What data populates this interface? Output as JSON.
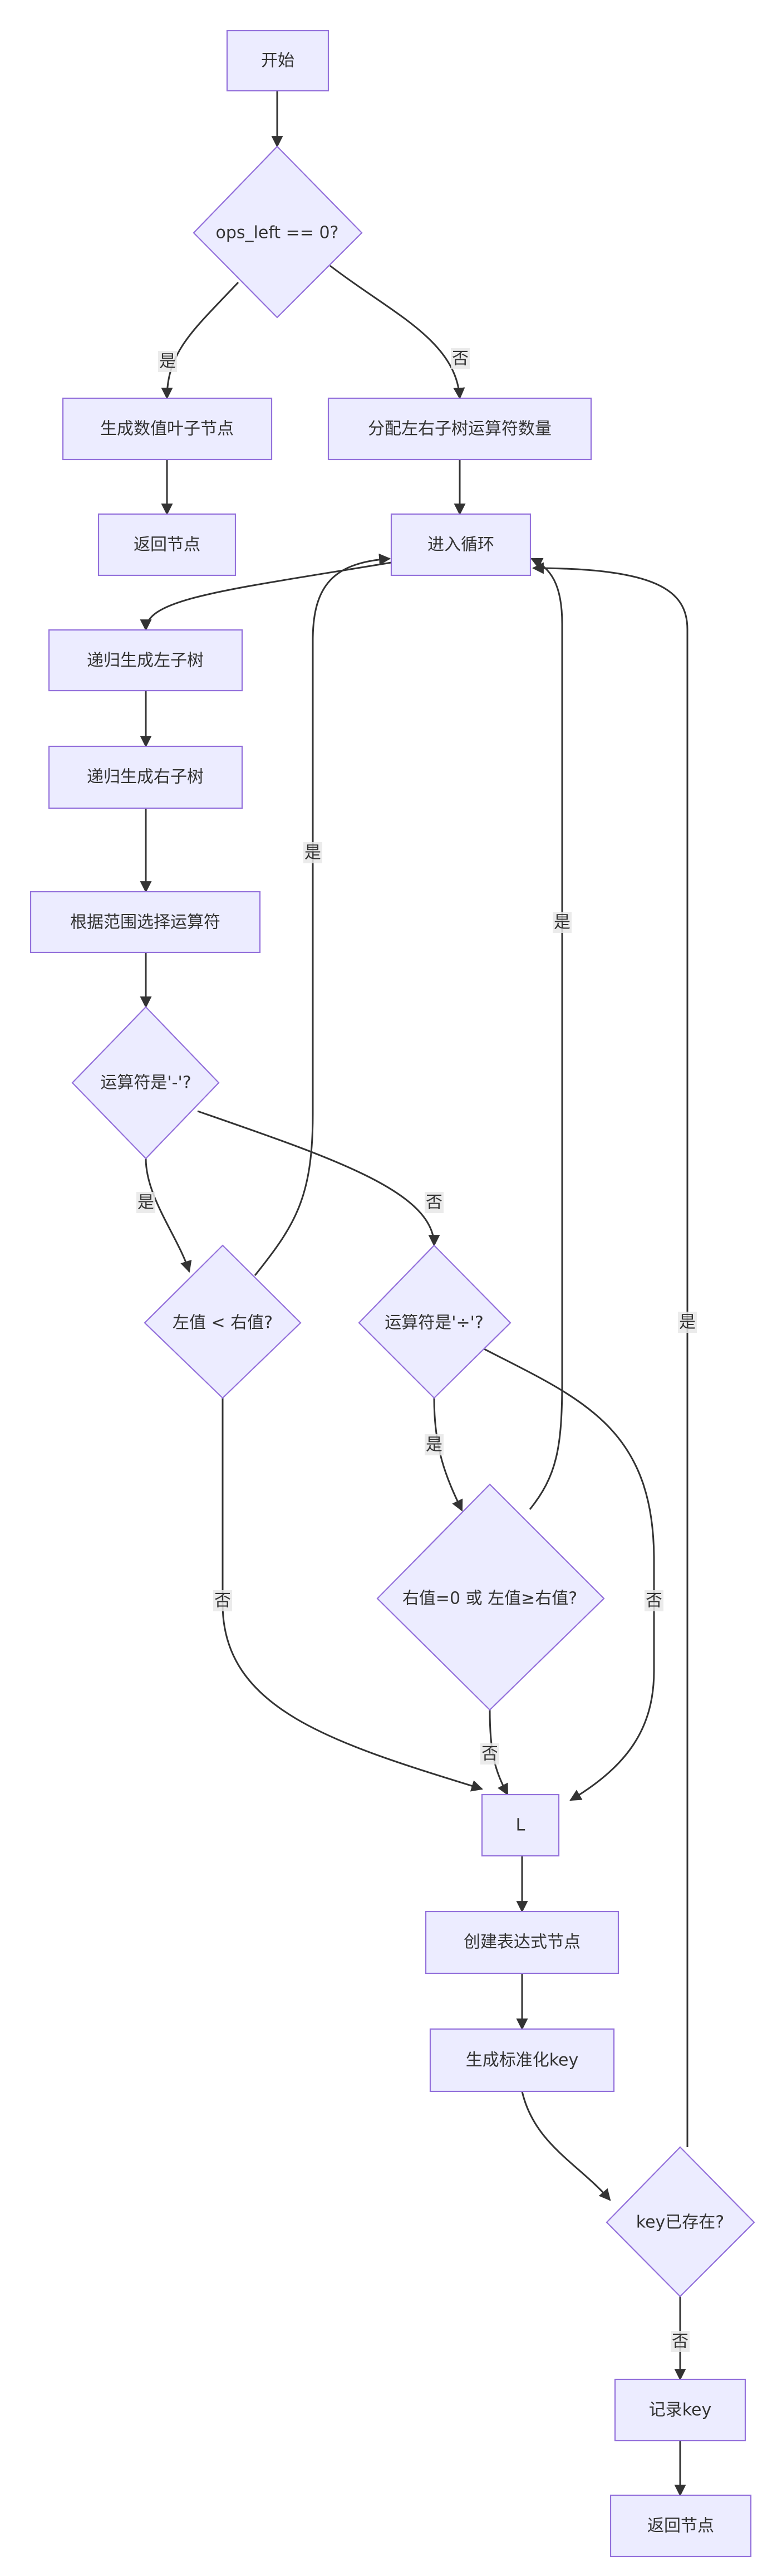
{
  "diagram": {
    "nodes": {
      "start": "开始",
      "ops_left_check": "ops_left == 0?",
      "gen_leaf": "生成数值叶子节点",
      "return_node_1": "返回节点",
      "alloc_ops": "分配左右子树运算符数量",
      "enter_loop": "进入循环",
      "gen_left": "递归生成左子树",
      "gen_right": "递归生成右子树",
      "choose_op": "根据范围选择运算符",
      "op_minus_check": "运算符是'-'?",
      "left_lt_right": "左值 < 右值?",
      "op_div_check": "运算符是'÷'?",
      "div_invalid_check": "右值=0 或 左值≥右值?",
      "L": "L",
      "create_expr": "创建表达式节点",
      "gen_key": "生成标准化key",
      "key_exists": "key已存在?",
      "record_key": "记录key",
      "return_node_2": "返回节点"
    },
    "edge_labels": {
      "ops_yes": "是",
      "ops_no": "否",
      "minus_yes": "是",
      "minus_no": "否",
      "lt_yes": "是",
      "lt_no": "否",
      "div_yes": "是",
      "div_no": "否",
      "invalid_yes": "是",
      "invalid_no": "否",
      "key_yes": "是",
      "key_no": "否"
    }
  }
}
